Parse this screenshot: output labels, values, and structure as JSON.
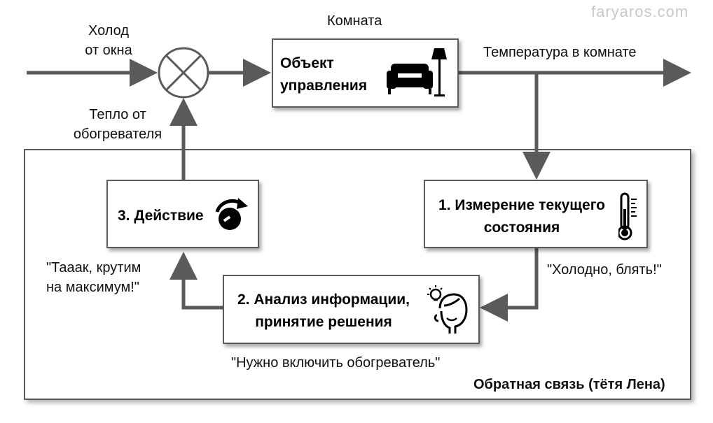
{
  "watermark": "faryaros.com",
  "inputs": {
    "cold_line1": "Холод",
    "cold_line2": "от окна",
    "heat_line1": "Тепло от",
    "heat_line2": "обогревателя"
  },
  "plant": {
    "caption": "Комната",
    "line1": "Объект",
    "line2": "управления",
    "icon": "armchair-lamp-icon"
  },
  "output": {
    "label": "Температура в комнате"
  },
  "steps": {
    "measure": {
      "line1": "1. Измерение текущего",
      "line2": "состояния",
      "icon": "thermometer-icon"
    },
    "analyze": {
      "line1": "2. Анализ информации,",
      "line2": "принятие решения",
      "icon": "thinking-person-icon"
    },
    "action": {
      "line1": "3. Действие",
      "icon": "knob-turn-icon"
    }
  },
  "quotes": {
    "cold": "\"Холодно, блять!\"",
    "turn_line1": "\"Тааак, крутим",
    "turn_line2": "на максимум!\"",
    "heater": "\"Нужно включить обогреватель\""
  },
  "feedback_label": "Обратная связь (тётя Лена)",
  "colors": {
    "line": "#5a5a5a",
    "text": "#111111",
    "watermark": "#c9c9c9"
  }
}
